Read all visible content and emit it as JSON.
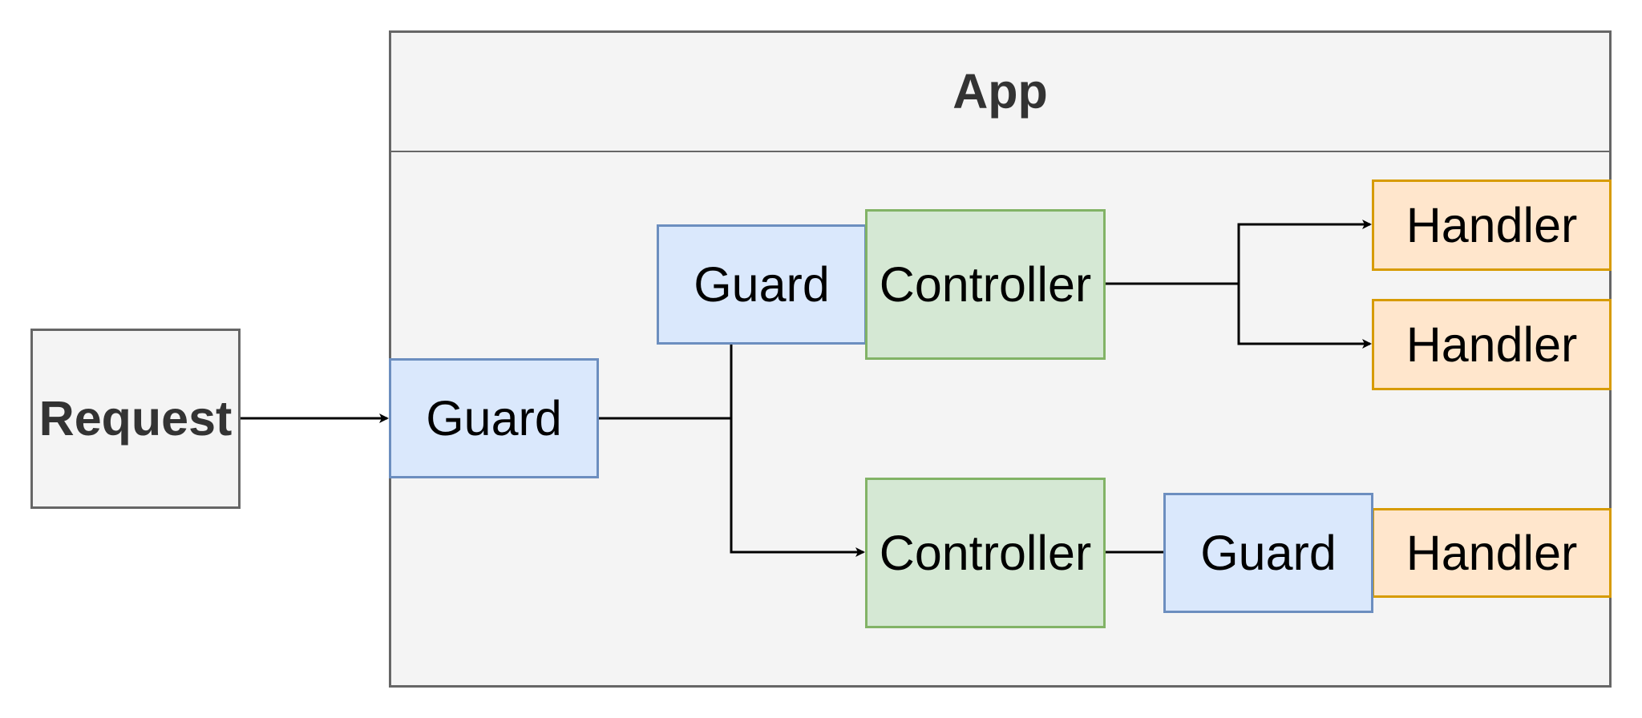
{
  "diagram": {
    "request": {
      "label": "Request"
    },
    "app": {
      "title": "App"
    },
    "guard_entry": {
      "label": "Guard"
    },
    "guard_top": {
      "label": "Guard"
    },
    "controller_top": {
      "label": "Controller"
    },
    "handler_top_1": {
      "label": "Handler"
    },
    "handler_top_2": {
      "label": "Handler"
    },
    "controller_bottom": {
      "label": "Controller"
    },
    "guard_bottom": {
      "label": "Guard"
    },
    "handler_bottom": {
      "label": "Handler"
    }
  },
  "colors": {
    "container_fill": "#f4f4f4",
    "container_stroke": "#666666",
    "guard_fill": "#dae8fc",
    "guard_stroke": "#6c8ebf",
    "controller_fill": "#d5e8d4",
    "controller_stroke": "#82b366",
    "handler_fill": "#ffe6cc",
    "handler_stroke": "#d79b00",
    "edge": "#000000"
  }
}
